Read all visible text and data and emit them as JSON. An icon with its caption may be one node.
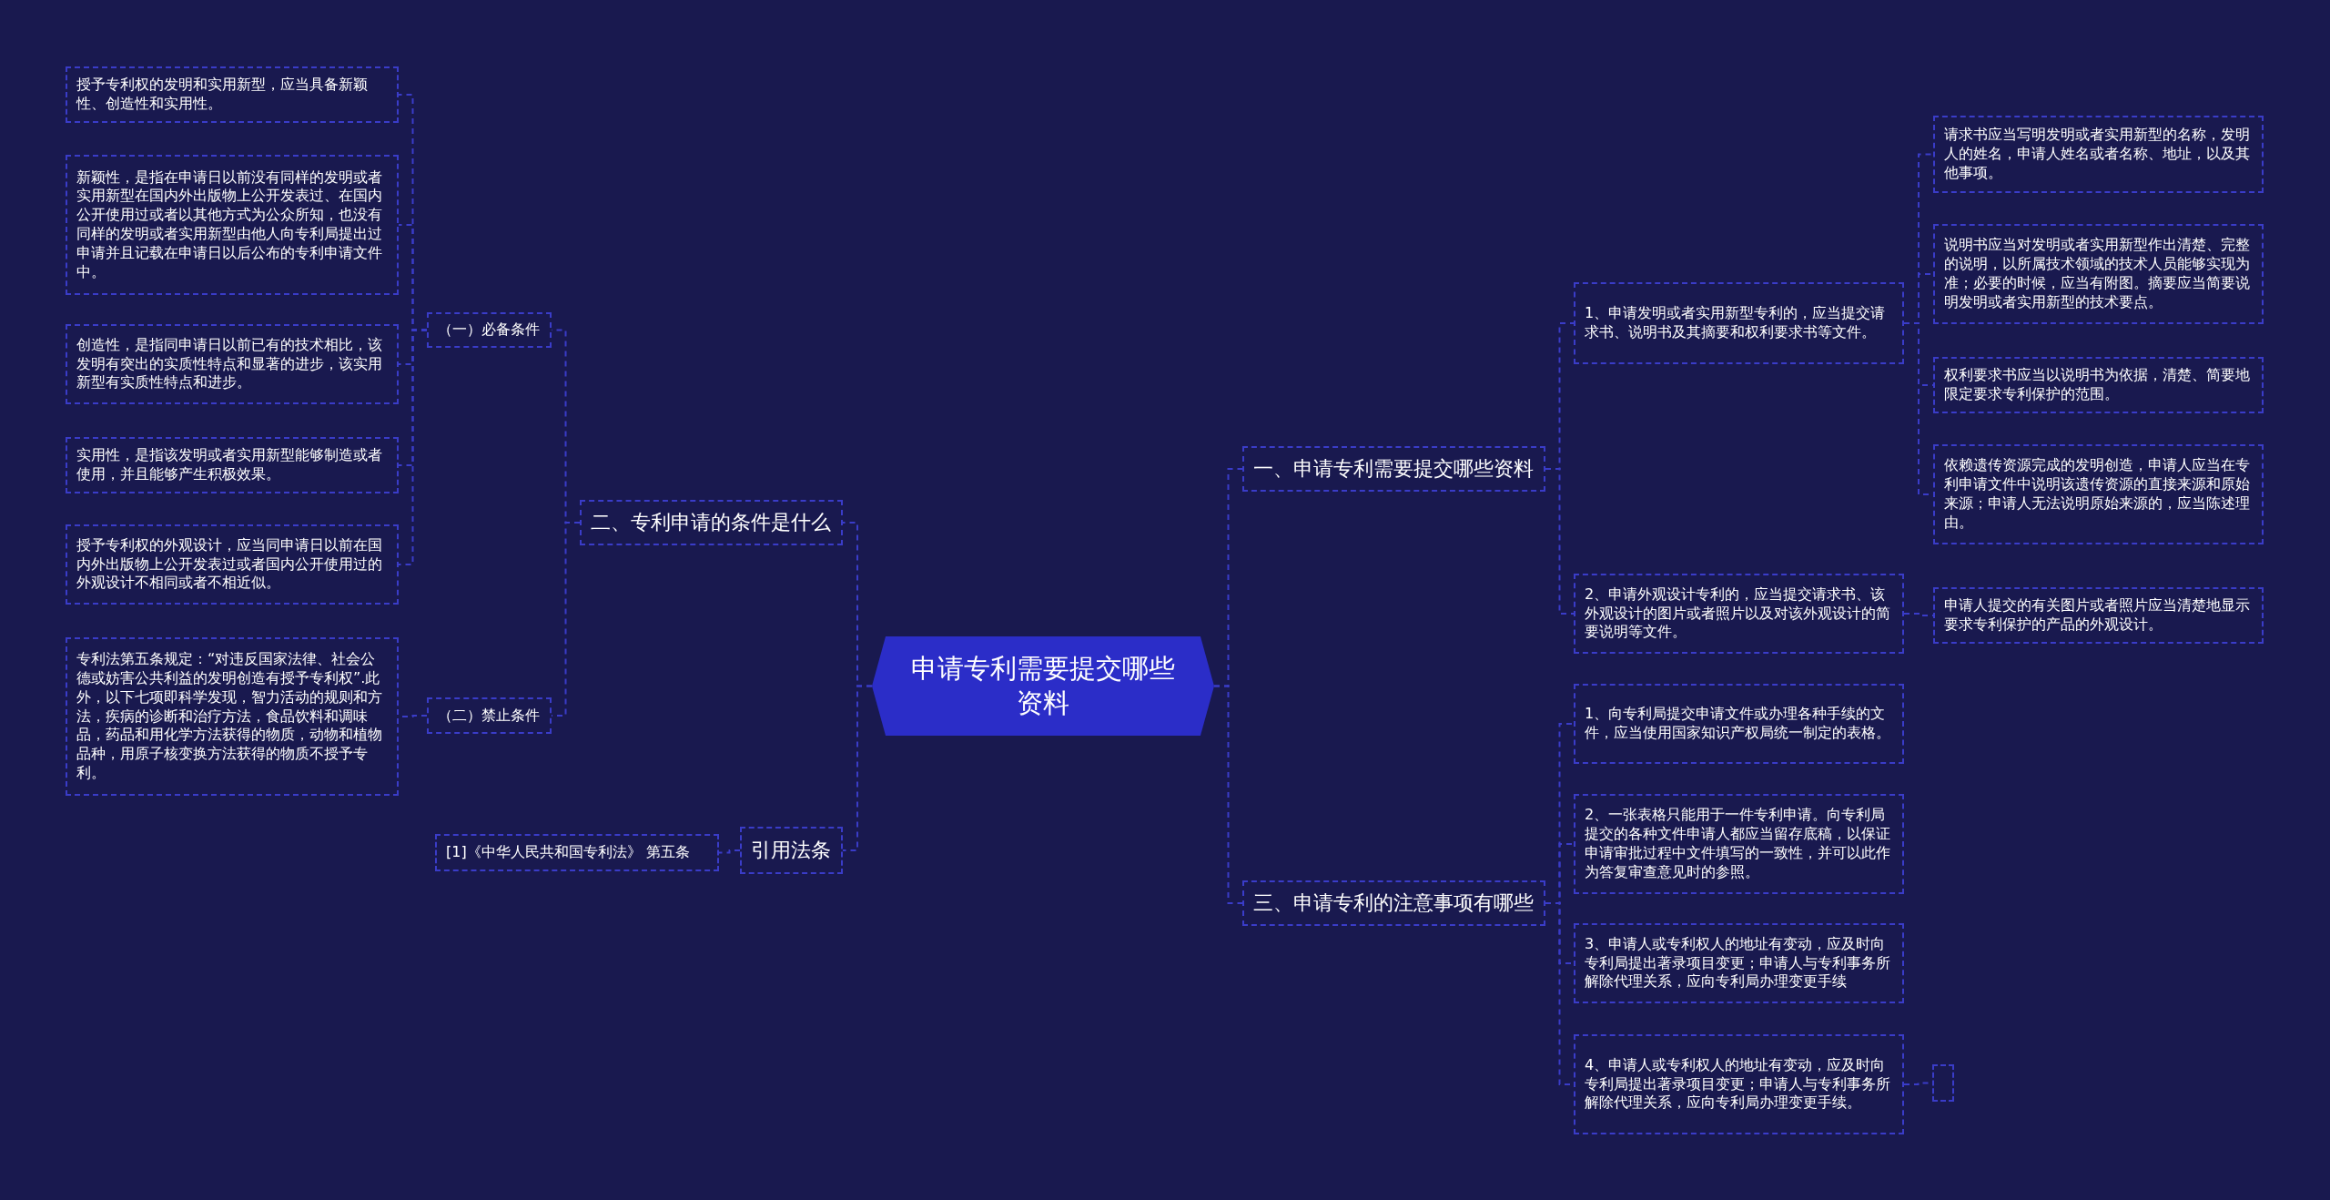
{
  "diagram": {
    "nodes": [
      {
        "text": [
          "申请专利需要提交哪些资料"
        ]
      },
      {
        "text": [
          "一、申请专利需要提交哪些资料"
        ]
      },
      {
        "text": [
          "1、申请发明或者实用新型专利的，应当提交请求书、说明书及其摘要和权利要求书等文件。"
        ]
      },
      {
        "text": [
          "请求书应当写明发明或者实用新型的名称，发明人的姓名，申请人姓名或者名称、地址，以及其他事项。"
        ]
      },
      {
        "text": [
          "说明书应当对发明或者实用新型作出清楚、完整的说明，以所属技术领域的技术人员能够实现为准；必要的时候，应当有附图。摘要应当简要说明发明或者实用新型的技术要点。"
        ]
      },
      {
        "text": [
          "权利要求书应当以说明书为依据，清楚、简要地限定要求专利保护的范围。"
        ]
      },
      {
        "text": [
          "依赖遗传资源完成的发明创造，申请人应当在专利申请文件中说明该遗传资源的直接来源和原始来源；申请人无法说明原始来源的，应当陈述理由。"
        ]
      },
      {
        "text": [
          "2、申请外观设计专利的，应当提交请求书、该外观设计的图片或者照片以及对该外观设计的简要说明等文件。"
        ]
      },
      {
        "text": [
          "申请人提交的有关图片或者照片应当清楚地显示要求专利保护的产品的外观设计。"
        ]
      },
      {
        "text": [
          "三、申请专利的注意事项有哪些"
        ]
      },
      {
        "text": [
          "1、向专利局提交申请文件或办理各种手续的文件，应当使用国家知识产权局统一制定的表格。"
        ]
      },
      {
        "text": [
          "2、一张表格只能用于一件专利申请。向专利局提交的各种文件申请人都应当留存底稿，以保证申请审批过程中文件填写的一致性，并可以此作为答复审查意见时的参照。"
        ]
      },
      {
        "text": [
          "3、申请人或专利权人的地址有变动，应及时向专利局提出著录项目变更；申请人与专利事务所解除代理关系，应向专利局办理变更手续"
        ]
      },
      {
        "text": [
          "4、申请人或专利权人的地址有变动，应及时向专利局提出著录项目变更；申请人与专利事务所解除代理关系，应向专利局办理变更手续。"
        ]
      },
      {
        "text": [],
        "shape": "box"
      },
      {
        "text": [
          "二、专利申请的条件是什么"
        ]
      },
      {
        "text": [
          "（一）必备条件"
        ]
      },
      {
        "text": [
          "授予专利权的发明和实用新型，应当具备新颖性、创造性和实用性。"
        ]
      },
      {
        "text": [
          "新颖性，是指在申请日以前没有同样的发明或者实用新型在国内外出版物上公开发表过、在国内公开使用过或者以其他方式为公众所知，也没有同样的发明或者实用新型由他人向专利局提出过申请并且记载在申请日以后公布的专利申请文件中。"
        ]
      },
      {
        "text": [
          "创造性，是指同申请日以前已有的技术相比，该发明有突出的实质性特点和显著的进步，该实用新型有实质性特点和进步。"
        ]
      },
      {
        "text": [
          "实用性，是指该发明或者实用新型能够制造或者使用，并且能够产生积极效果。"
        ]
      },
      {
        "text": [
          "授予专利权的外观设计，应当同申请日以前在国内外出版物上公开发表过或者国内公开使用过的外观设计不相同或者不相近似。"
        ]
      },
      {
        "text": [
          "（二）禁止条件"
        ]
      },
      {
        "text": [
          "专利法第五条规定：“对违反国家法律、社会公德或妨害公共利益的发明创造有授予专利权”.此外，以下七项即科学发现，智力活动的规则和方法，疾病的诊断和治疗方法，食品饮料和调味品，药品和用化学方法获得的物质，动物和植物品种，用原子核变换方法获得的物质不授予专利。"
        ]
      },
      {
        "text": [
          "引用法条"
        ]
      },
      {
        "text": [
          "[1]《中华人民共和国专利法》 第五条"
        ]
      }
    ],
    "edges": [
      {
        "from": 0,
        "to": 1,
        "arrow": "none",
        "style": "dashed"
      },
      {
        "from": 1,
        "to": 2,
        "arrow": "none",
        "style": "dashed"
      },
      {
        "from": 2,
        "to": 3,
        "arrow": "none",
        "style": "dashed"
      },
      {
        "from": 2,
        "to": 4,
        "arrow": "none",
        "style": "dashed"
      },
      {
        "from": 2,
        "to": 5,
        "arrow": "none",
        "style": "dashed"
      },
      {
        "from": 2,
        "to": 6,
        "arrow": "none",
        "style": "dashed"
      },
      {
        "from": 1,
        "to": 7,
        "arrow": "none",
        "style": "dashed"
      },
      {
        "from": 7,
        "to": 8,
        "arrow": "none",
        "style": "dashed"
      },
      {
        "from": 0,
        "to": 9,
        "arrow": "none",
        "style": "dashed"
      },
      {
        "from": 9,
        "to": 10,
        "arrow": "none",
        "style": "dashed"
      },
      {
        "from": 9,
        "to": 11,
        "arrow": "none",
        "style": "dashed"
      },
      {
        "from": 9,
        "to": 12,
        "arrow": "none",
        "style": "dashed"
      },
      {
        "from": 9,
        "to": 13,
        "arrow": "none",
        "style": "dashed"
      },
      {
        "from": 13,
        "to": 14,
        "arrow": "none",
        "style": "dashed"
      },
      {
        "from": 0,
        "to": 15,
        "arrow": "none",
        "style": "dashed"
      },
      {
        "from": 15,
        "to": 16,
        "arrow": "none",
        "style": "dashed"
      },
      {
        "from": 16,
        "to": 17,
        "arrow": "none",
        "style": "dashed"
      },
      {
        "from": 16,
        "to": 18,
        "arrow": "none",
        "style": "dashed"
      },
      {
        "from": 16,
        "to": 19,
        "arrow": "none",
        "style": "dashed"
      },
      {
        "from": 16,
        "to": 20,
        "arrow": "none",
        "style": "dashed"
      },
      {
        "from": 16,
        "to": 21,
        "arrow": "none",
        "style": "dashed"
      },
      {
        "from": 15,
        "to": 22,
        "arrow": "none",
        "style": "dashed"
      },
      {
        "from": 22,
        "to": 23,
        "arrow": "none",
        "style": "dashed"
      },
      {
        "from": 0,
        "to": 24,
        "arrow": "none",
        "style": "dashed"
      },
      {
        "from": 24,
        "to": 25,
        "arrow": "none",
        "style": "dashed"
      }
    ]
  }
}
